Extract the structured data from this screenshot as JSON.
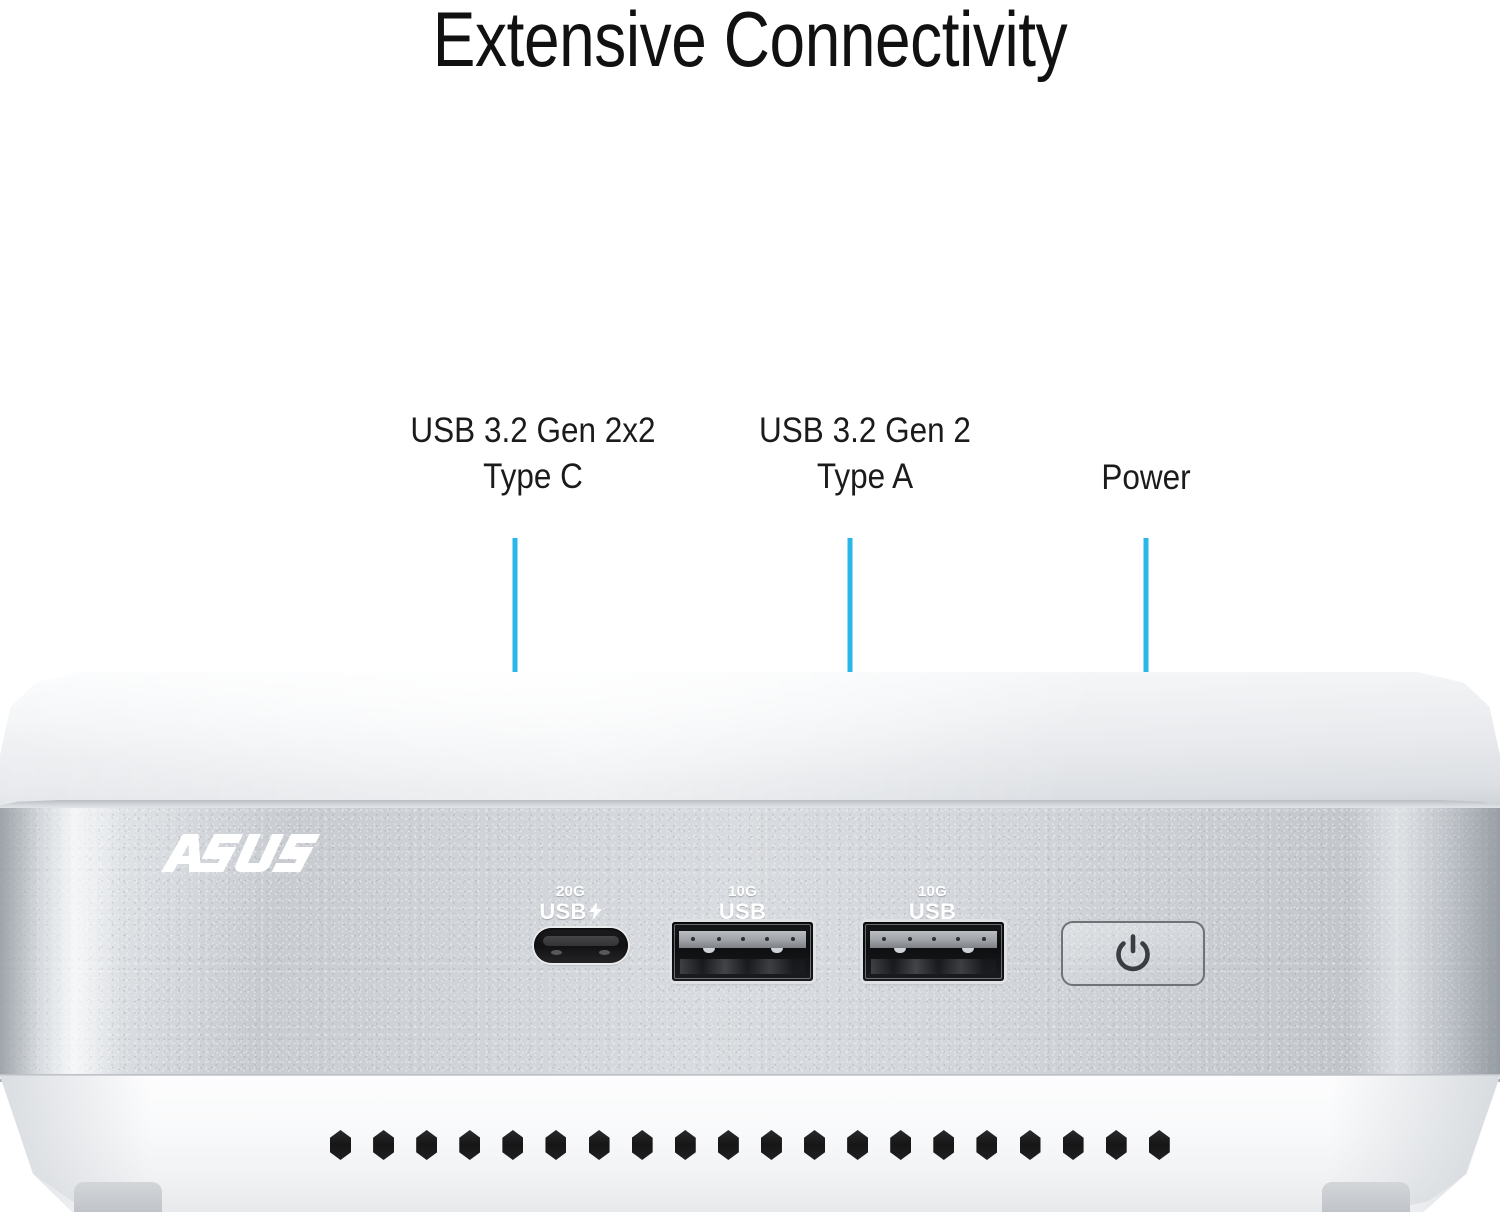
{
  "title": "Extensive Connectivity",
  "accent_color": "#29b6e8",
  "brand": "ASUS",
  "callouts": [
    {
      "id": "type-c",
      "line1": "USB 3.2 Gen 2x2",
      "line2": "Type C"
    },
    {
      "id": "type-a",
      "line1": "USB 3.2 Gen 2",
      "line2": "Type A"
    },
    {
      "id": "power",
      "line1": "Power",
      "line2": ""
    }
  ],
  "port_markings": {
    "type_c": {
      "speed": "20G",
      "label": "USB",
      "bolt": "⚡"
    },
    "type_a_1": {
      "speed": "10G",
      "label": "USB"
    },
    "type_a_2": {
      "speed": "10G",
      "label": "USB"
    }
  },
  "power_button": {
    "icon": "power-symbol"
  },
  "device": {
    "vent_count": 20,
    "feet_count": 2
  }
}
